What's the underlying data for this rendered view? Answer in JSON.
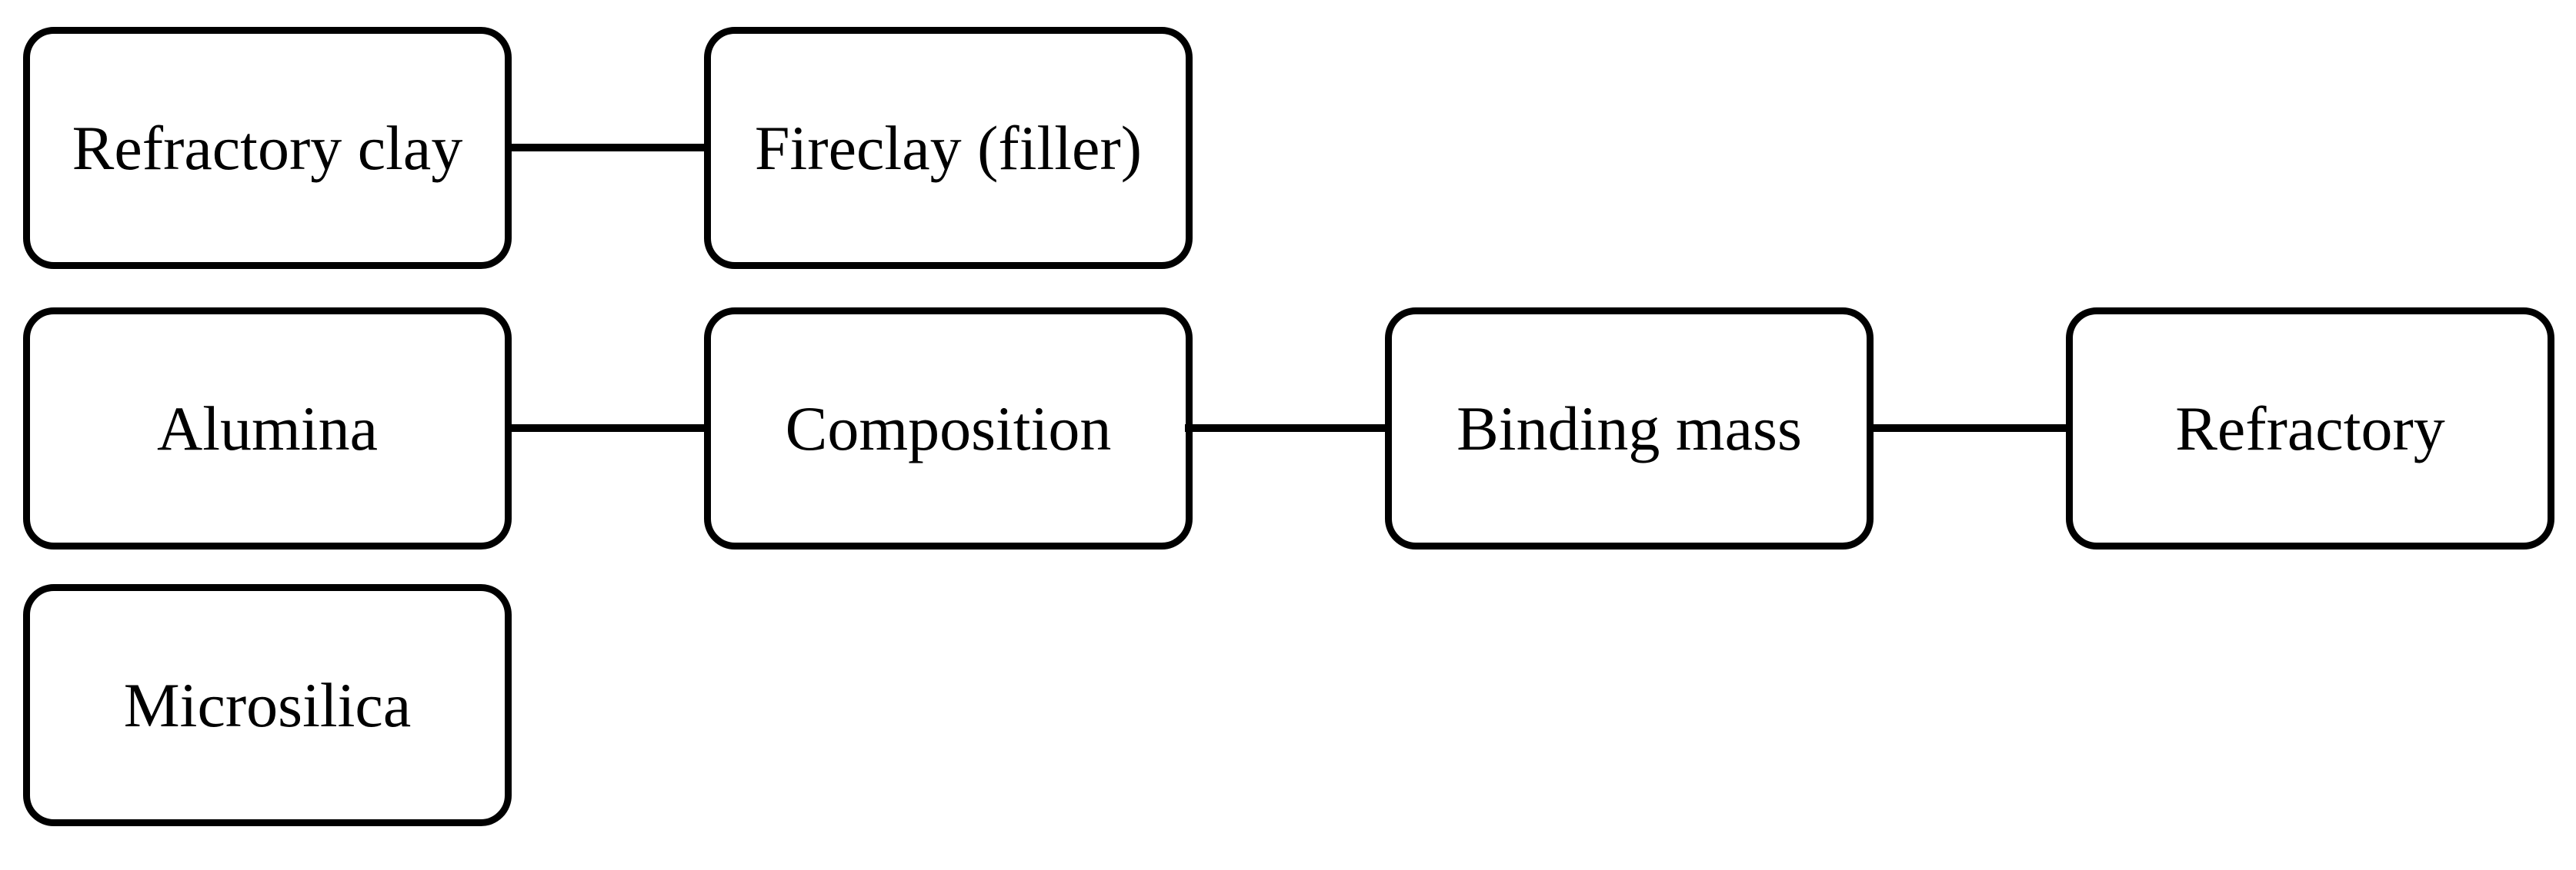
{
  "diagram": {
    "background_color": "#ffffff",
    "stroke_color": "#000000",
    "nodes": [
      {
        "id": "refractory-clay",
        "label": "Refractory clay",
        "row": 1,
        "col": 1
      },
      {
        "id": "fireclay-filler",
        "label": "Fireclay (filler)",
        "row": 1,
        "col": 2
      },
      {
        "id": "alumina",
        "label": "Alumina",
        "row": 2,
        "col": 1
      },
      {
        "id": "composition",
        "label": "Composition",
        "row": 2,
        "col": 2
      },
      {
        "id": "binding-mass",
        "label": "Binding mass",
        "row": 2,
        "col": 3
      },
      {
        "id": "refractory",
        "label": "Refractory",
        "row": 2,
        "col": 4
      },
      {
        "id": "microsilica",
        "label": "Microsilica",
        "row": 3,
        "col": 1
      }
    ],
    "edges": [
      {
        "from": "refractory-clay",
        "to": "fireclay-filler"
      },
      {
        "from": "alumina",
        "to": "composition"
      },
      {
        "from": "composition",
        "to": "binding-mass"
      },
      {
        "from": "binding-mass",
        "to": "refractory"
      }
    ]
  }
}
